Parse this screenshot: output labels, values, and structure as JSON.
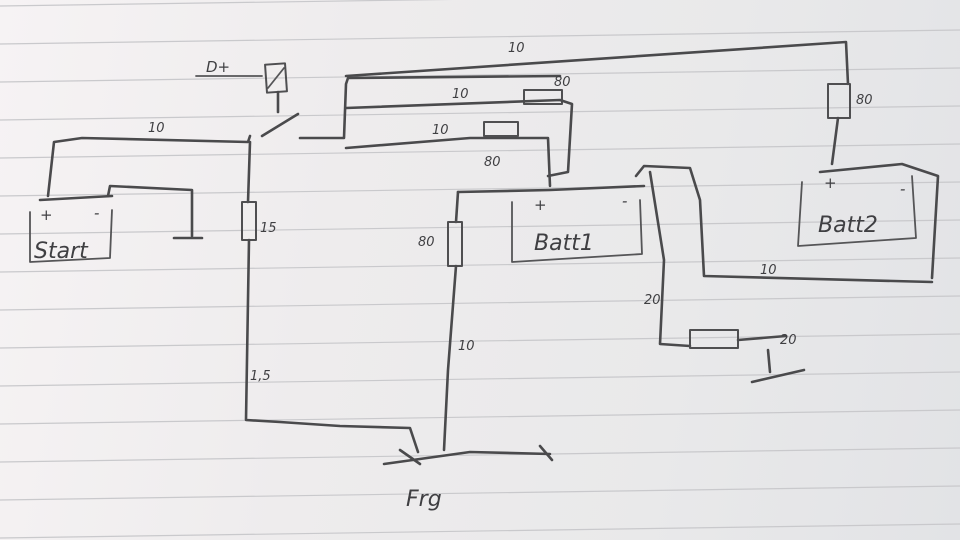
{
  "labels": {
    "d_plus": "D+",
    "start_battery": "Start",
    "main_battery": "Batt1",
    "second_battery": "Batt2",
    "fridge": "Frg",
    "plus": "+",
    "minus": "-"
  },
  "wire_sizes": {
    "top_long": "10",
    "fuse_top": "80",
    "fuse_right": "80",
    "wire_a": "10",
    "wire_b": "10",
    "fuse_mid": "80",
    "start_wire": "10",
    "fuse_15": "15",
    "fuse_80_left": "80",
    "wire_down": "10",
    "wire_1_5": "1,5",
    "bottom_wire": "10",
    "wire_20": "20",
    "fuse_20": "20"
  }
}
